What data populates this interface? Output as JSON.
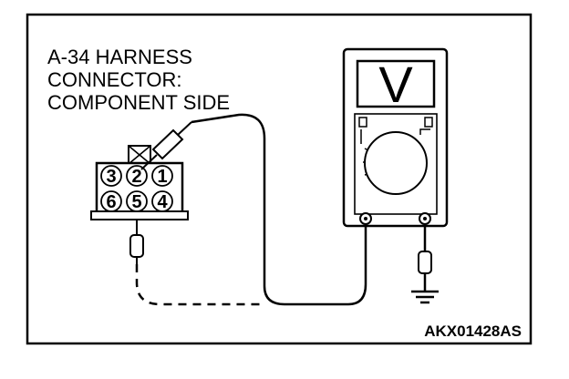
{
  "connector_label": {
    "line1": "A-34 HARNESS",
    "line2": "CONNECTOR:",
    "line3": "COMPONENT SIDE"
  },
  "connector": {
    "top_row": [
      "3",
      "2",
      "1"
    ],
    "bottom_row": [
      "6",
      "5",
      "4"
    ]
  },
  "meter": {
    "mode_symbol": "V"
  },
  "figure_code": "AKX01428AS"
}
